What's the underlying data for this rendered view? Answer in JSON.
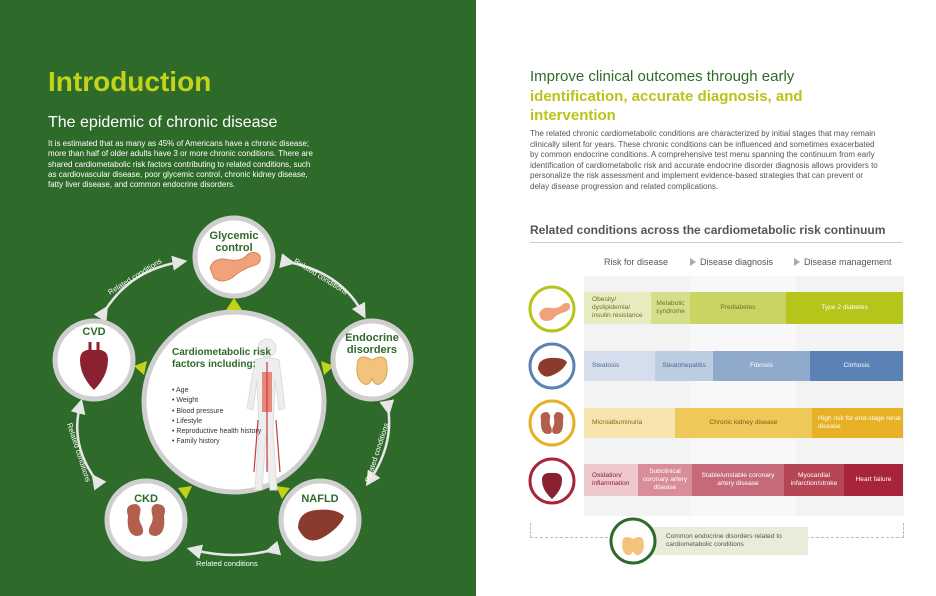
{
  "left": {
    "title": "Introduction",
    "subtitle": "The epidemic of chronic disease",
    "body": "It is estimated that as many as 45% of Americans have a chronic disease; more than half of older adults have 3 or more chronic conditions. There are shared cardiometabolic risk factors contributing to related conditions, such as cardiovascular disease, poor glycemic control, chronic kidney disease, fatty liver disease, and common endocrine disorders.",
    "nodes": {
      "glycemic": "Glycemic control",
      "endocrine": "Endocrine disorders",
      "nafld": "NAFLD",
      "ckd": "CKD",
      "cvd": "CVD"
    },
    "center_title": "Cardiometabolic risk factors including:",
    "risk_factors": [
      "Age",
      "Weight",
      "Blood pressure",
      "Lifestyle",
      "Reproductive health history",
      "Family history"
    ],
    "related_label": "Related conditions",
    "colors": {
      "background": "#2e6a2a",
      "accent": "#c3d31a"
    }
  },
  "right": {
    "heading_line1": "Improve clinical outcomes through early",
    "heading_line2": "identification, accurate diagnosis, and intervention",
    "body": "The related chronic cardiometabolic conditions are characterized by initial stages that may remain clinically silent for years. These chronic conditions can be influenced and sometimes exacerbated by common endocrine conditions. A comprehensive test menu spanning the continuum from early identification of cardiometabolic risk and accurate endocrine disorder diagnosis allows providers to personalize the risk assessment and implement evidence-based strategies that can prevent or delay disease progression and related complications.",
    "section_title": "Related conditions across the cardiometabolic risk continuum",
    "phases": [
      "Risk for disease",
      "Disease diagnosis",
      "Disease management"
    ],
    "rows": [
      {
        "organ": "pancreas-icon",
        "color": "#b7c41a",
        "cells": [
          "Obesity/ dyslipidemia/ insulin resistance",
          "Metabolic syndrome",
          "Prediabetes",
          "Type 2 diabetes"
        ]
      },
      {
        "organ": "liver-icon",
        "color": "#5b82b4",
        "cells": [
          "Steatosis",
          "Steatohepatitis",
          "Fibrosis",
          "Cirrhosis"
        ]
      },
      {
        "organ": "kidney-icon",
        "color": "#e6b124",
        "cells": [
          "Microalbuminuria",
          "Chronic kidney disease",
          "High risk for end-stage renal disease"
        ]
      },
      {
        "organ": "heart-icon",
        "color": "#a8243a",
        "cells": [
          "Oxidation/ inflammation",
          "Subclinical coronary artery disease",
          "Stable/unstable coronary artery disease",
          "Myocardial infarction/stroke",
          "Heart failure"
        ]
      }
    ],
    "endocrine_note": "Common endocrine disorders related to cardiometabolic conditions"
  }
}
